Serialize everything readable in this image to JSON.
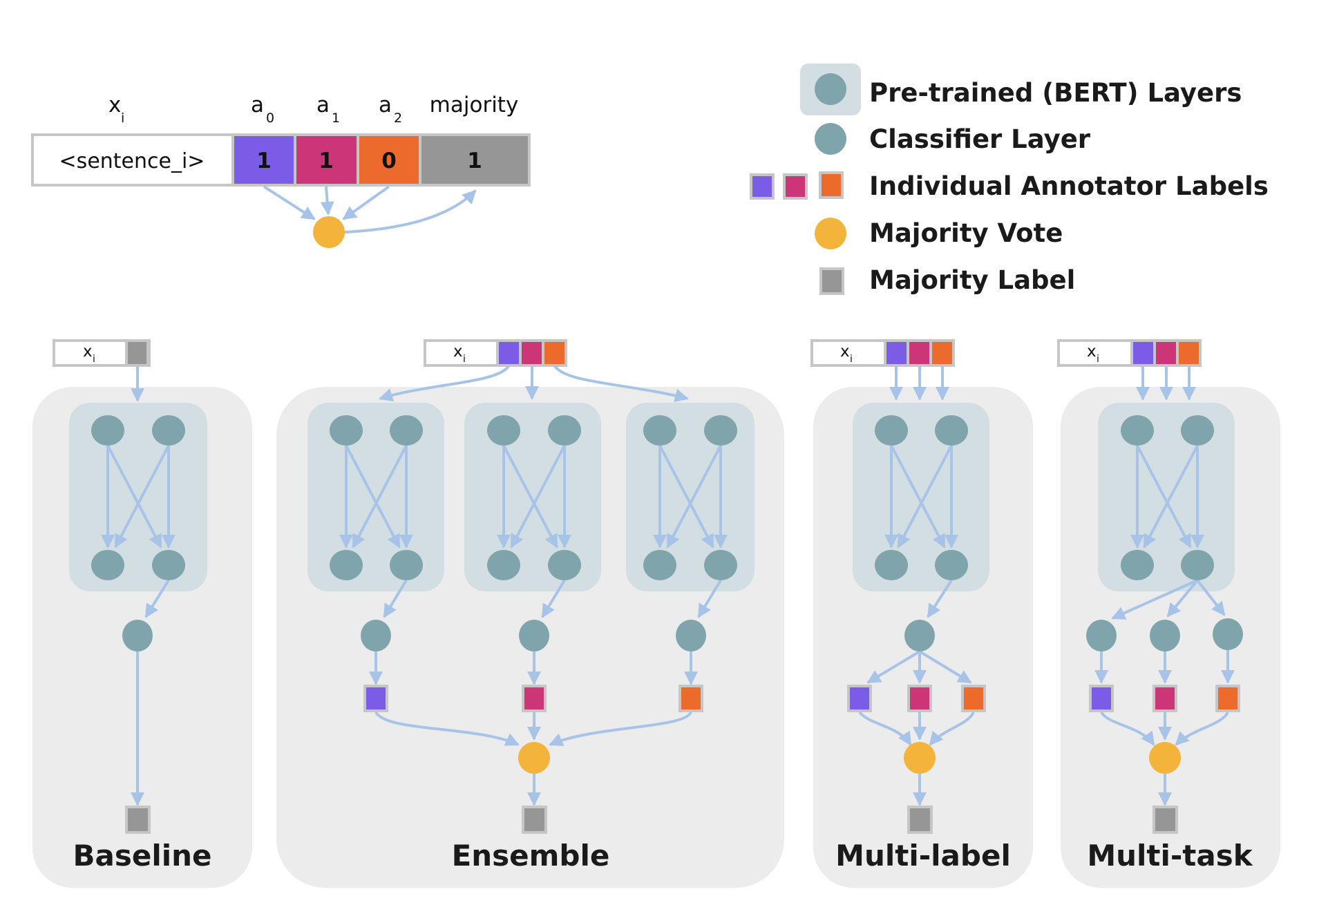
{
  "header": {
    "x_main": "x",
    "x_sub": "i",
    "a_main": "a",
    "a0_sub": "0",
    "a1_sub": "1",
    "a2_sub": "2",
    "majority": "majority"
  },
  "example_row": {
    "sentence": "<sentence_i>",
    "a0": "1",
    "a1": "1",
    "a2": "0",
    "majority": "1"
  },
  "legend": {
    "pretrained": "Pre-trained (BERT) Layers",
    "classifier": "Classifier Layer",
    "annotator": "Individual Annotator Labels",
    "vote": "Majority Vote",
    "majority_label": "Majority Label"
  },
  "panels": {
    "baseline": "Baseline",
    "ensemble": "Ensemble",
    "multilabel": "Multi-label",
    "multitask": "Multi-task"
  },
  "colors": {
    "annotator_0": "#7b5ce6",
    "annotator_1": "#cc3679",
    "annotator_2": "#ec6a2c",
    "majority_label": "#969696",
    "majority_vote": "#f4b43c",
    "node": "#7fa4ab",
    "edge": "#a7c4e8",
    "panel_background": "#ececec",
    "layer_background": "#d3dee3"
  }
}
